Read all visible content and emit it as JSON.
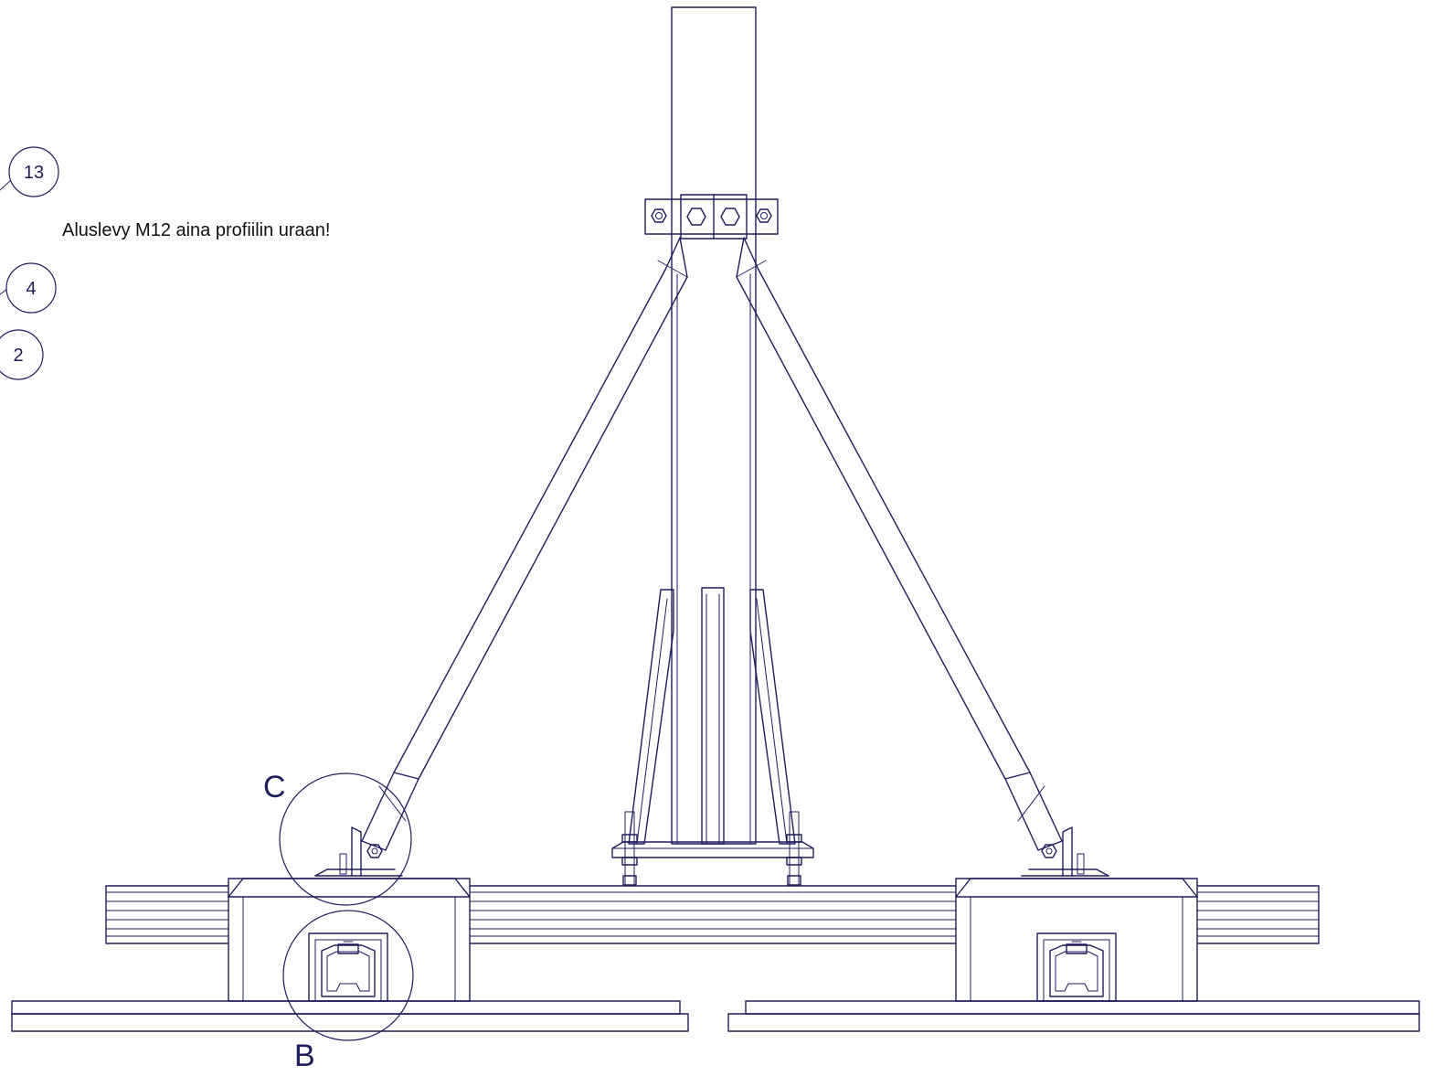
{
  "colors": {
    "line": "#1f1d5c",
    "note": "#111111",
    "background": "#ffffff"
  },
  "note": {
    "text": "Aluslevy M12 aina profiilin uraan!"
  },
  "balloons": {
    "b13": "13",
    "b4": "4",
    "b2": "2"
  },
  "details": {
    "c": "C",
    "b": "B"
  }
}
